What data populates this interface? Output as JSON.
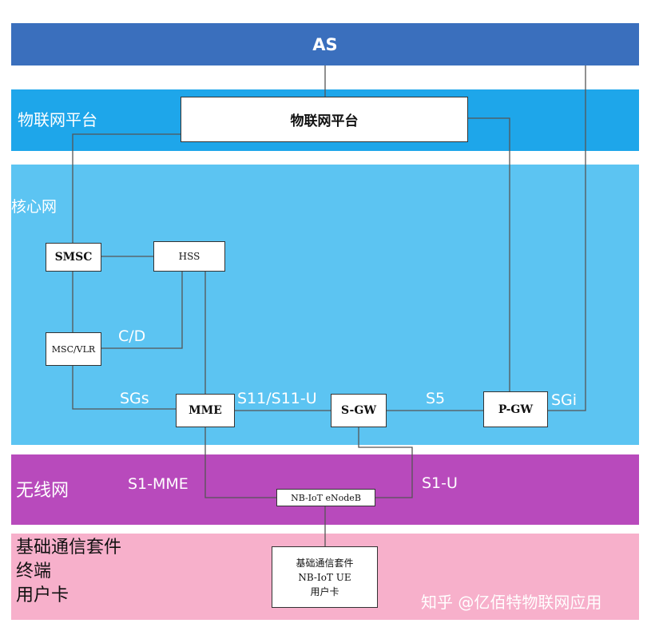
{
  "bands": {
    "as": {
      "label": "AS",
      "color": "#3a6fbd"
    },
    "platform": {
      "label": "物联网平台",
      "color": "#1ea6ea"
    },
    "core": {
      "label": "核心网",
      "color": "#5cc4f2"
    },
    "wireless": {
      "label": "无线网",
      "color": "#b84abc"
    },
    "terminal": {
      "lines": [
        "基础通信套件",
        "终端",
        "用户卡"
      ],
      "color": "#f7b0cb"
    }
  },
  "nodes": {
    "iot_platform": "物联网平台",
    "smsc": "SMSC",
    "hss": "HSS",
    "msc_vlr": "MSC/VLR",
    "mme": "MME",
    "sgw": "S-GW",
    "pgw": "P-GW",
    "enodeb": "NB-IoT eNodeB",
    "ue": "基础通信套件\nNB-IoT UE\n用户卡"
  },
  "interfaces": {
    "cd": "C/D",
    "sgs": "SGs",
    "s11": "S11/S11-U",
    "s5": "S5",
    "sgi": "SGi",
    "s1mme": "S1-MME",
    "s1u": "S1-U"
  },
  "watermark": "知乎 @亿佰特物联网应用"
}
